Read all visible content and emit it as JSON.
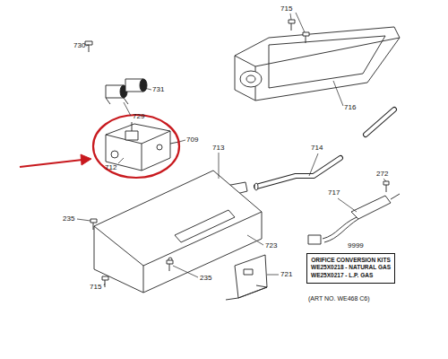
{
  "diagram": {
    "nodes": [
      {
        "text": [
          "ORIFICE CONVERSION KITS",
          "WE25X0218 - NATURAL GAS",
          "WE25X0217 - L.P. GAS"
        ]
      }
    ],
    "labels": [
      "730",
      "731",
      "729",
      "709",
      "712",
      "715",
      "716",
      "714",
      "713",
      "272",
      "717",
      "235",
      "723",
      "715",
      "235",
      "721",
      "9999",
      "(ART NO. WE468 C6)"
    ]
  }
}
